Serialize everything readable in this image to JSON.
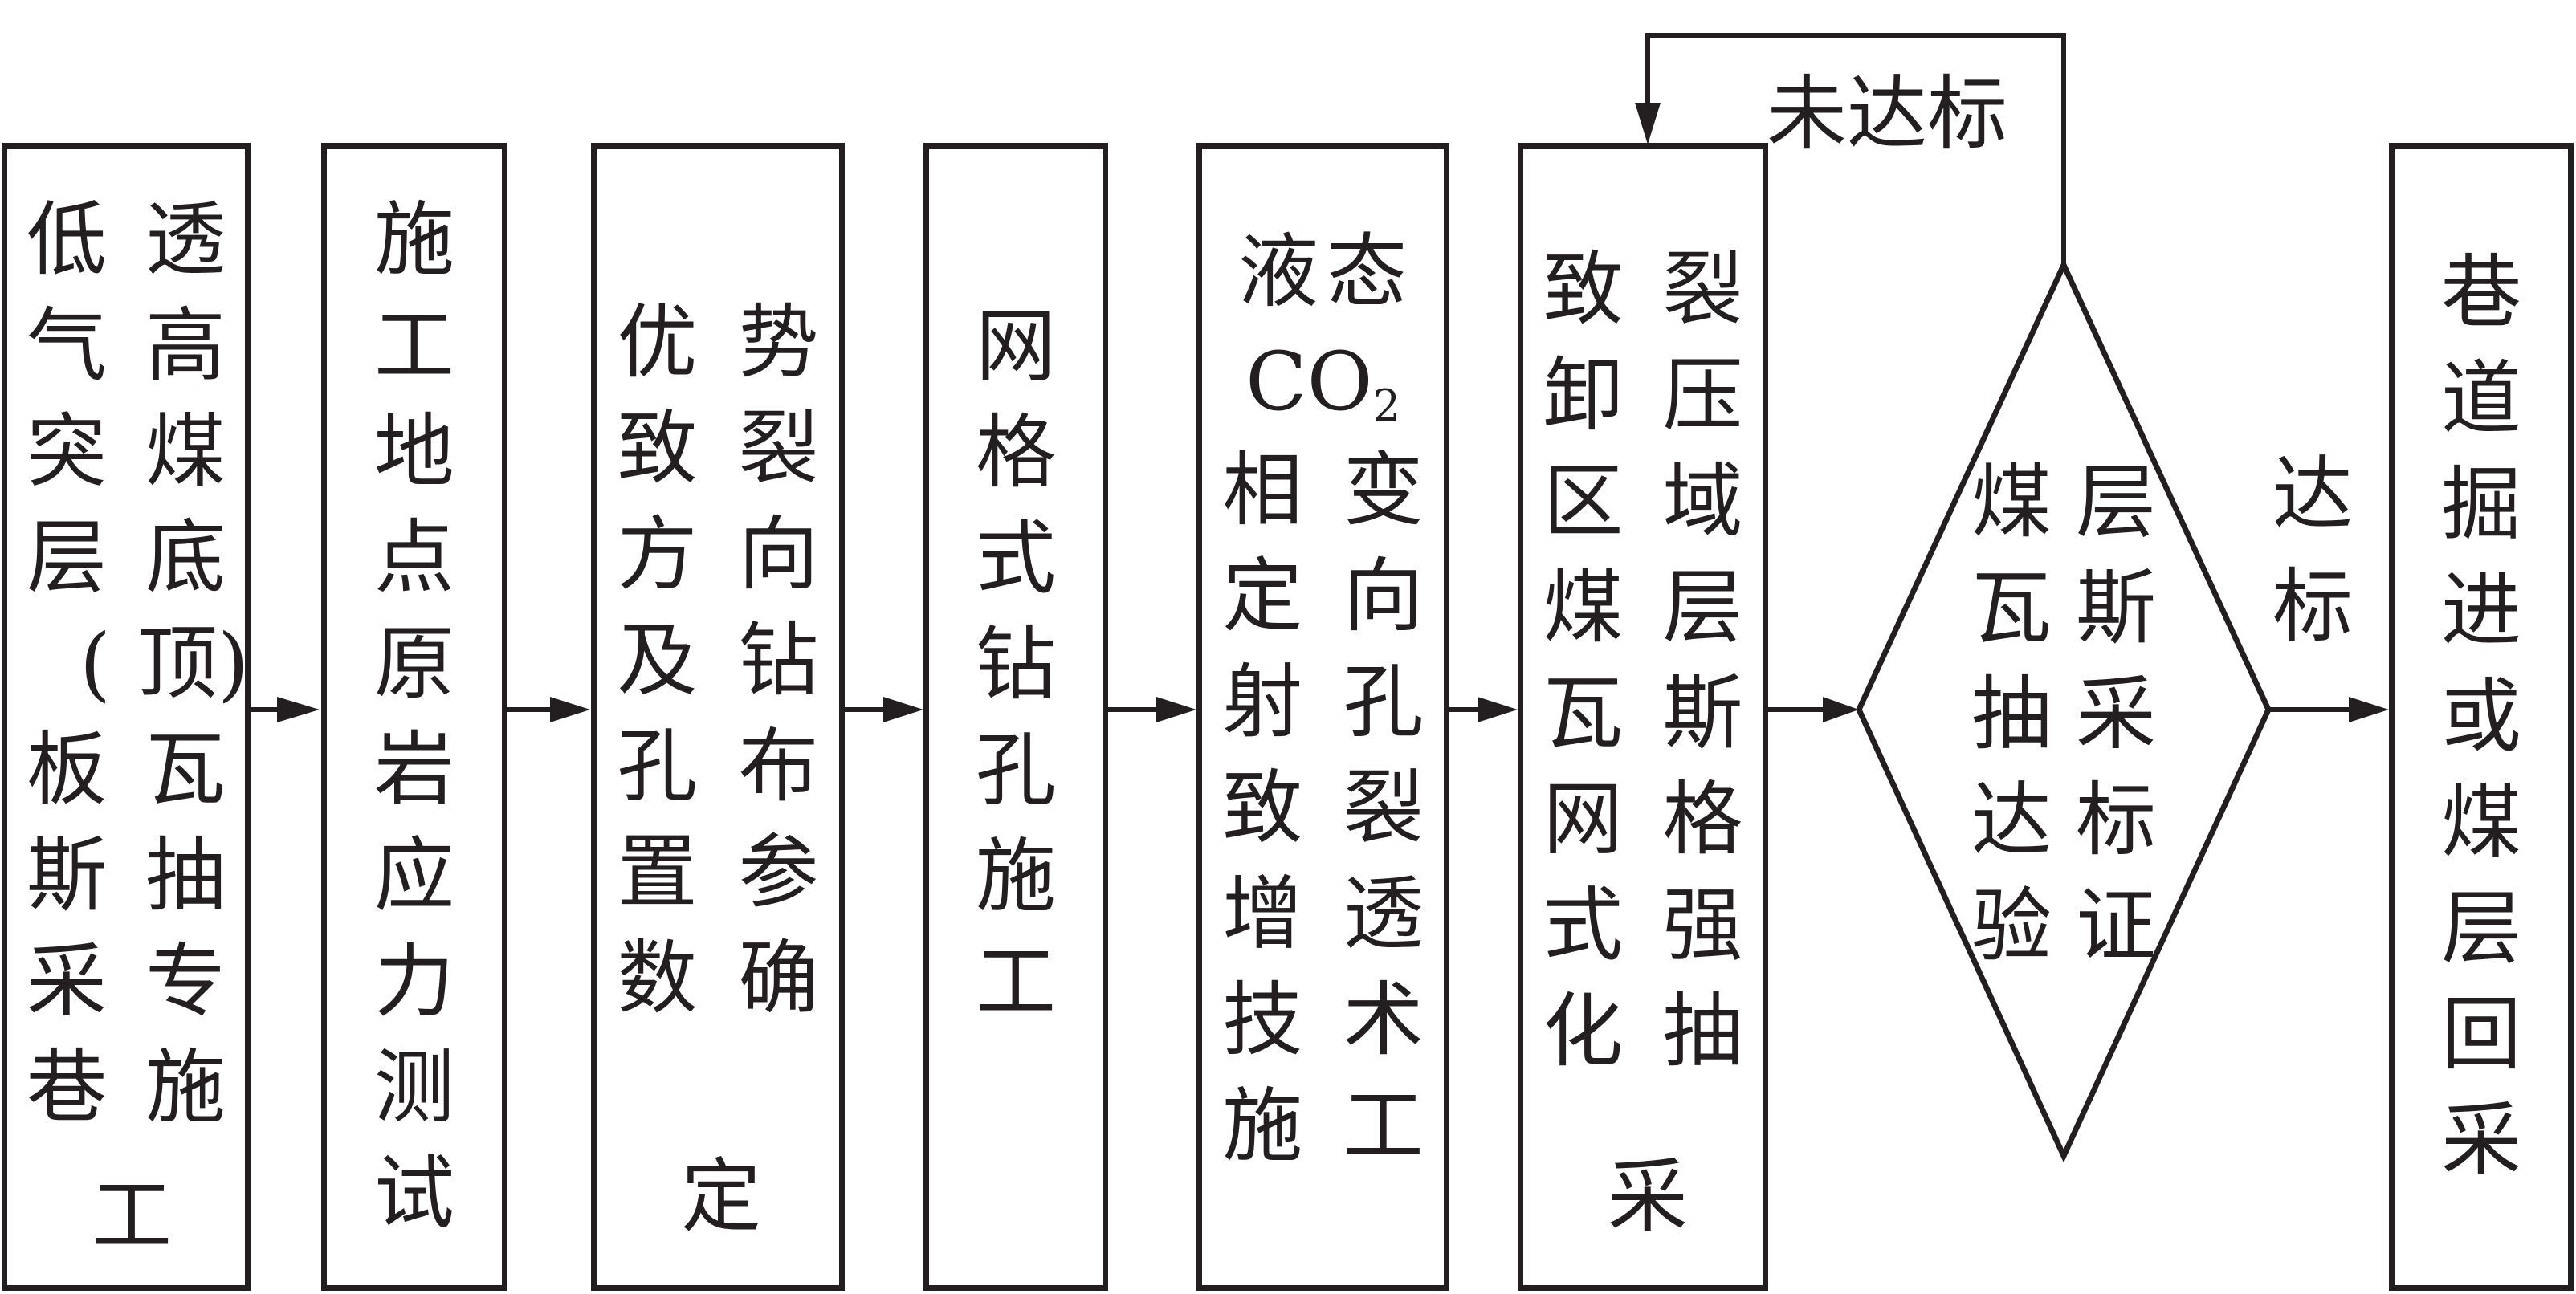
{
  "nodes": [
    {
      "id": "step1",
      "columns": [
        [
          "低",
          "气",
          "突",
          "层",
          "(",
          "板",
          "斯",
          "采",
          "巷"
        ],
        [
          "透",
          "高",
          "煤",
          "底",
          "顶)",
          "瓦",
          "抽",
          "专",
          "施"
        ]
      ],
      "tail": "工"
    },
    {
      "id": "step2",
      "lines": [
        "施",
        "工",
        "地",
        "点",
        "原",
        "岩",
        "应",
        "力",
        "测",
        "试"
      ]
    },
    {
      "id": "step3",
      "columns": [
        [
          "优",
          "致",
          "方",
          "及",
          "孔",
          "置",
          "数"
        ],
        [
          "势",
          "裂",
          "向",
          "钻",
          "布",
          "参",
          "确"
        ]
      ],
      "tail": "定"
    },
    {
      "id": "step4",
      "lines": [
        "网",
        "格",
        "式",
        "钻",
        "孔",
        "施",
        "工"
      ]
    },
    {
      "id": "step5",
      "columns": [
        [
          "液"
        ],
        [
          "态"
        ]
      ],
      "co2": "CO",
      "co2_sub": "2",
      "columns2": [
        [
          "相",
          "定",
          "射",
          "致",
          "增",
          "技",
          "施"
        ],
        [
          "变",
          "向",
          "孔",
          "裂",
          "透",
          "术",
          "工"
        ]
      ]
    },
    {
      "id": "step6",
      "columns": [
        [
          "致",
          "卸",
          "区",
          "煤",
          "瓦",
          "网",
          "式",
          "化"
        ],
        [
          "裂",
          "压",
          "域",
          "层",
          "斯",
          "格",
          "强",
          "抽"
        ]
      ],
      "tail": "采"
    },
    {
      "id": "decision",
      "columns": [
        [
          "煤",
          "瓦",
          "抽",
          "达",
          "验"
        ],
        [
          "层",
          "斯",
          "采",
          "标",
          "证"
        ]
      ]
    },
    {
      "id": "step8",
      "lines": [
        "巷",
        "道",
        "掘",
        "进",
        "或",
        "煤",
        "层",
        "回",
        "采"
      ]
    }
  ],
  "edge_labels": {
    "fail": "未达标",
    "pass_1": "达",
    "pass_2": "标"
  }
}
